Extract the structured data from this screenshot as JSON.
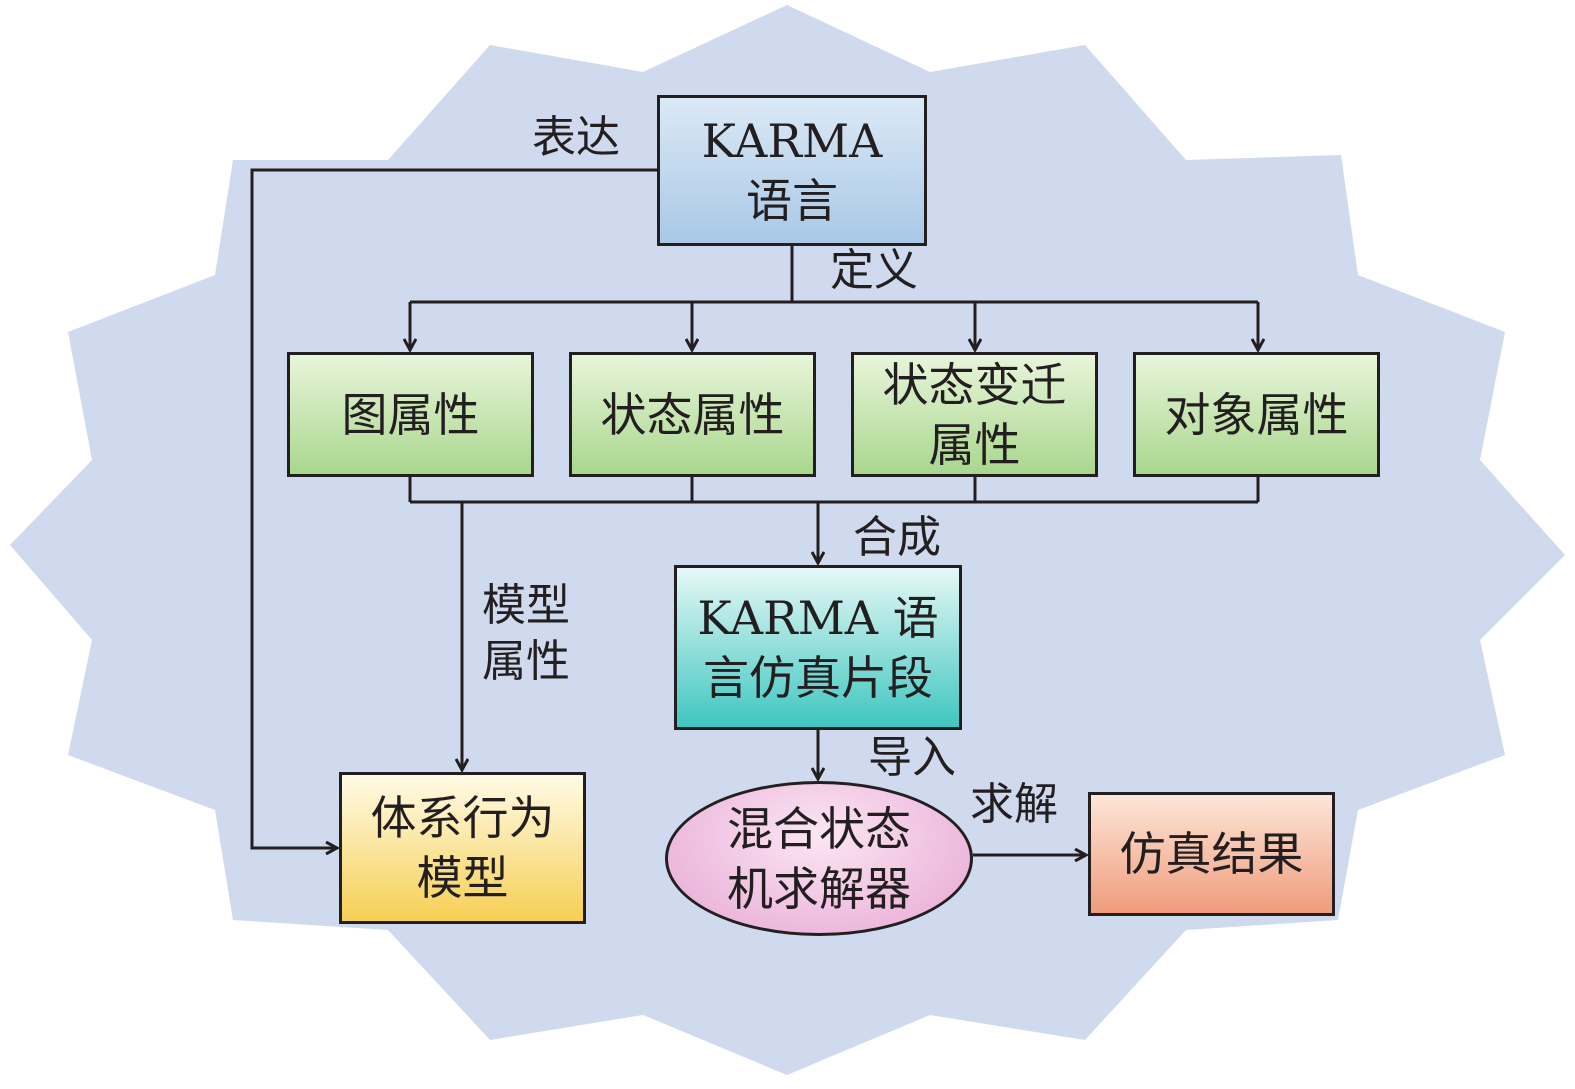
{
  "diagram": {
    "nodes": {
      "karma_language": "KARMA\n语言",
      "graph_attributes": "图属性",
      "state_attributes": "状态属性",
      "state_transition_attributes": "状态变迁\n属性",
      "object_attributes": "对象属性",
      "karma_fragment": "KARMA 语\n言仿真片段",
      "system_behavior_model": "体系行为\n模型",
      "hybrid_solver": "混合状态\n机求解器",
      "simulation_result": "仿真结果"
    },
    "edge_labels": {
      "express": "表达",
      "define": "定义",
      "compose": "合成",
      "model_attributes": "模型\n属性",
      "import": "导入",
      "solve": "求解"
    },
    "colors": {
      "background_star": "#d0daee",
      "karma_language": "#a9c8e6",
      "attributes": "#a9d78d",
      "karma_fragment": "#3fc6c0",
      "system_behavior_model": "#f6cf55",
      "hybrid_solver": "#e7a6d3",
      "simulation_result": "#ef9c7c"
    }
  }
}
